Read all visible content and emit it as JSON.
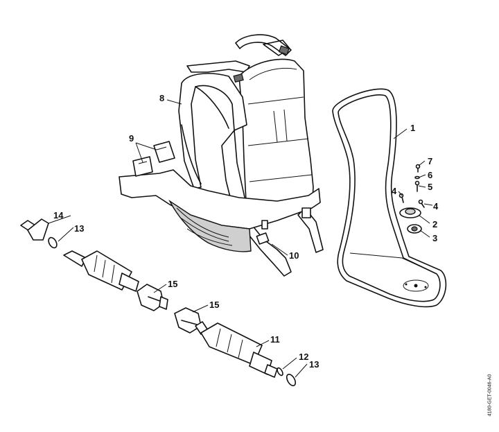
{
  "callouts": {
    "c1": "1",
    "c2": "2",
    "c3": "3",
    "c4a": "4",
    "c4b": "4",
    "c5": "5",
    "c6": "6",
    "c7": "7",
    "c8": "8",
    "c9": "9",
    "c10": "10",
    "c11": "11",
    "c12": "12",
    "c13a": "13",
    "c13b": "13",
    "c14": "14",
    "c15a": "15",
    "c15b": "15"
  },
  "doc_id": "4180-GET-0046-A0"
}
